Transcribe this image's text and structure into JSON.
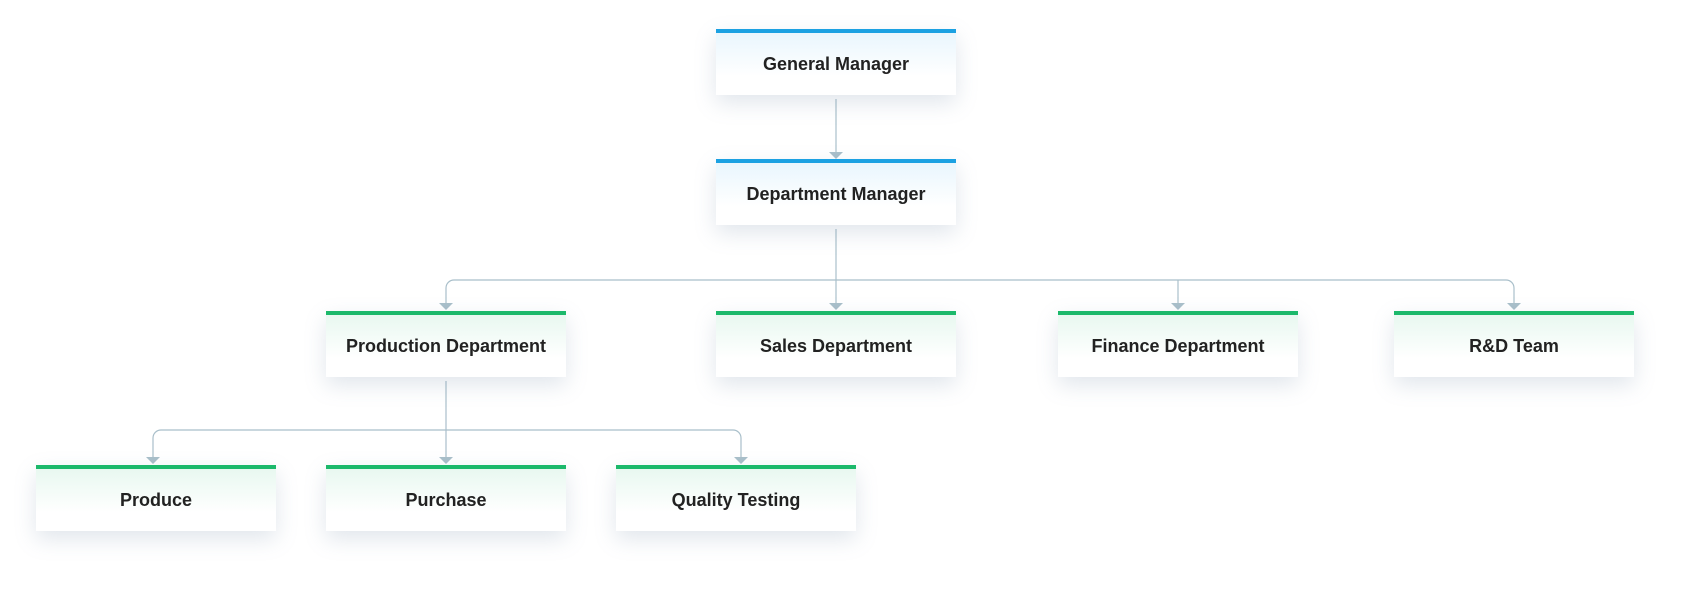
{
  "nodes": {
    "general_manager": "General Manager",
    "department_manager": "Department Manager",
    "production_department": "Production Department",
    "sales_department": "Sales Department",
    "finance_department": "Finance Department",
    "rd_team": "R&D Team",
    "produce": "Produce",
    "purchase": "Purchase",
    "quality_testing": "Quality Testing"
  },
  "colors": {
    "upper_level_accent": "#1ba1e2",
    "department_accent": "#1cb96b",
    "connector": "#a9bfca"
  }
}
